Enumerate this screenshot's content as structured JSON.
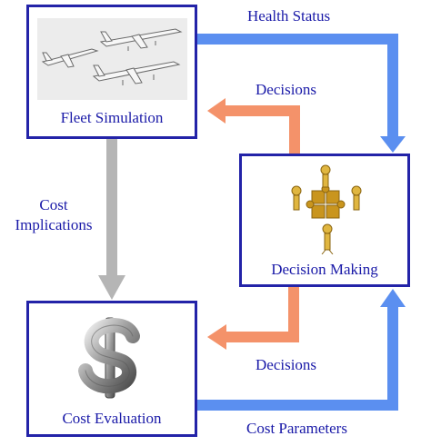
{
  "nodes": {
    "fleet_simulation": "Fleet Simulation",
    "decision_making": "Decision Making",
    "cost_evaluation": "Cost Evaluation"
  },
  "edges": {
    "health_status": "Health Status",
    "decisions_top": "Decisions",
    "decisions_bottom": "Decisions",
    "cost_parameters": "Cost Parameters",
    "cost_implications": [
      "Cost",
      "Implications"
    ]
  },
  "colors": {
    "box_border": "#2323a8",
    "label_text": "#1a1aa8",
    "blue_arrow": "#5b8ff0",
    "orange_arrow": "#f4926a",
    "gray_arrow": "#b5b5b5"
  },
  "icons": {
    "fleet": "airplanes-illustration",
    "decision": "puzzle-people-illustration",
    "cost": "dollar-sign-illustration"
  }
}
